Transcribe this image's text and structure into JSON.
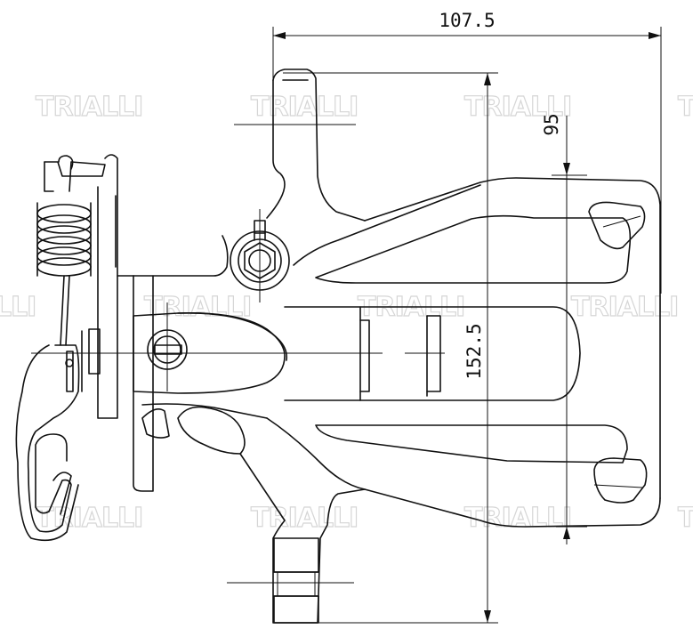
{
  "dimensions": {
    "width_label": "107.5",
    "height_label": "152.5",
    "offset_label": "95"
  },
  "watermark": {
    "text": "TRIALLI"
  }
}
